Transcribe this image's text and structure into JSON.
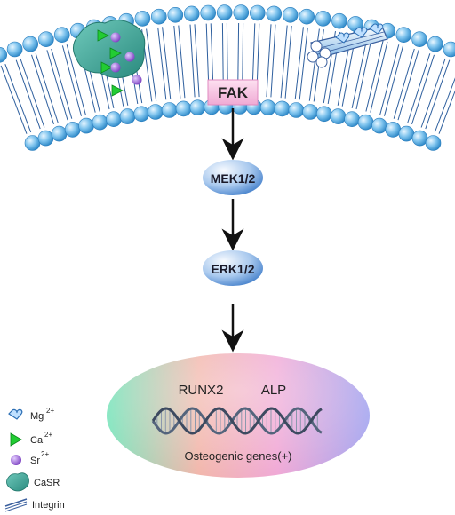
{
  "pathway": {
    "fak": "FAK",
    "mek": "MEK1/2",
    "erk": "ERK1/2"
  },
  "nucleus": {
    "gene_1": "RUNX2",
    "gene_2": "ALP",
    "caption": "Osteogenic genes(+)"
  },
  "legend": {
    "items": [
      {
        "label": "Mg",
        "sup": "2+",
        "icon": "heart-ion-icon"
      },
      {
        "label": "Ca",
        "sup": "2+",
        "icon": "triangle-ion-icon"
      },
      {
        "label": "Sr",
        "sup": "2+",
        "icon": "sphere-ion-icon"
      },
      {
        "label": "CaSR",
        "sup": "",
        "icon": "casr-receptor-icon"
      },
      {
        "label": "Integrin",
        "sup": "",
        "icon": "integrin-icon"
      }
    ]
  },
  "colors": {
    "lipid_head": "#4aa6dc",
    "fak_fill": "#f5bfe0",
    "casr": "#3ea89a",
    "ca_ion": "#22cc33",
    "sr_ion": "#9a5fd0",
    "mg_ion": "#4aa0e0",
    "arrow": "#111111"
  }
}
